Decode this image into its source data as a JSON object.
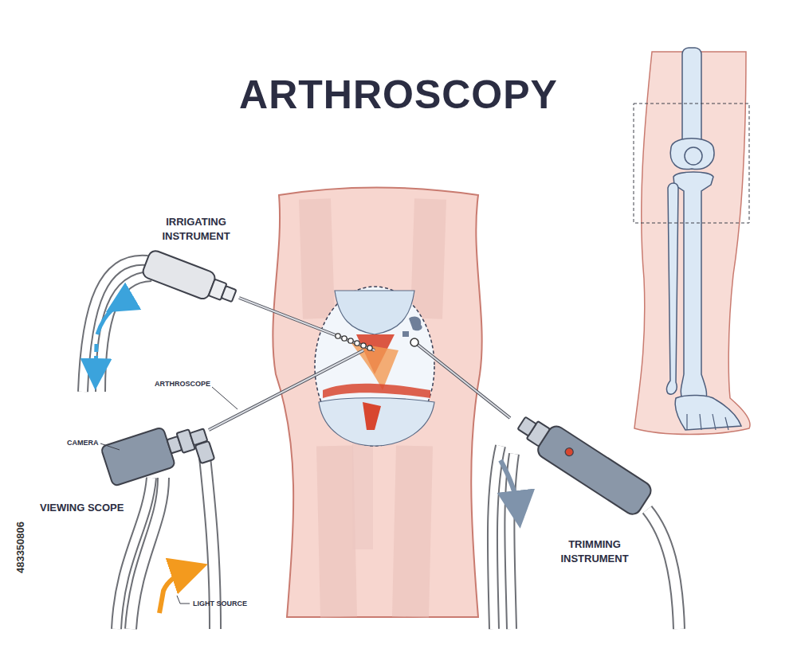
{
  "diagram": {
    "title": "ARTHROSCOPY",
    "labels": [
      "IRRIGATING INSTRUMENT",
      "ARTHROSCOPE",
      "CAMERA",
      "VIEWING SCOPE",
      "LIGHT SOURCE",
      "TRIMMING INSTRUMENT",
      "483350806"
    ]
  }
}
